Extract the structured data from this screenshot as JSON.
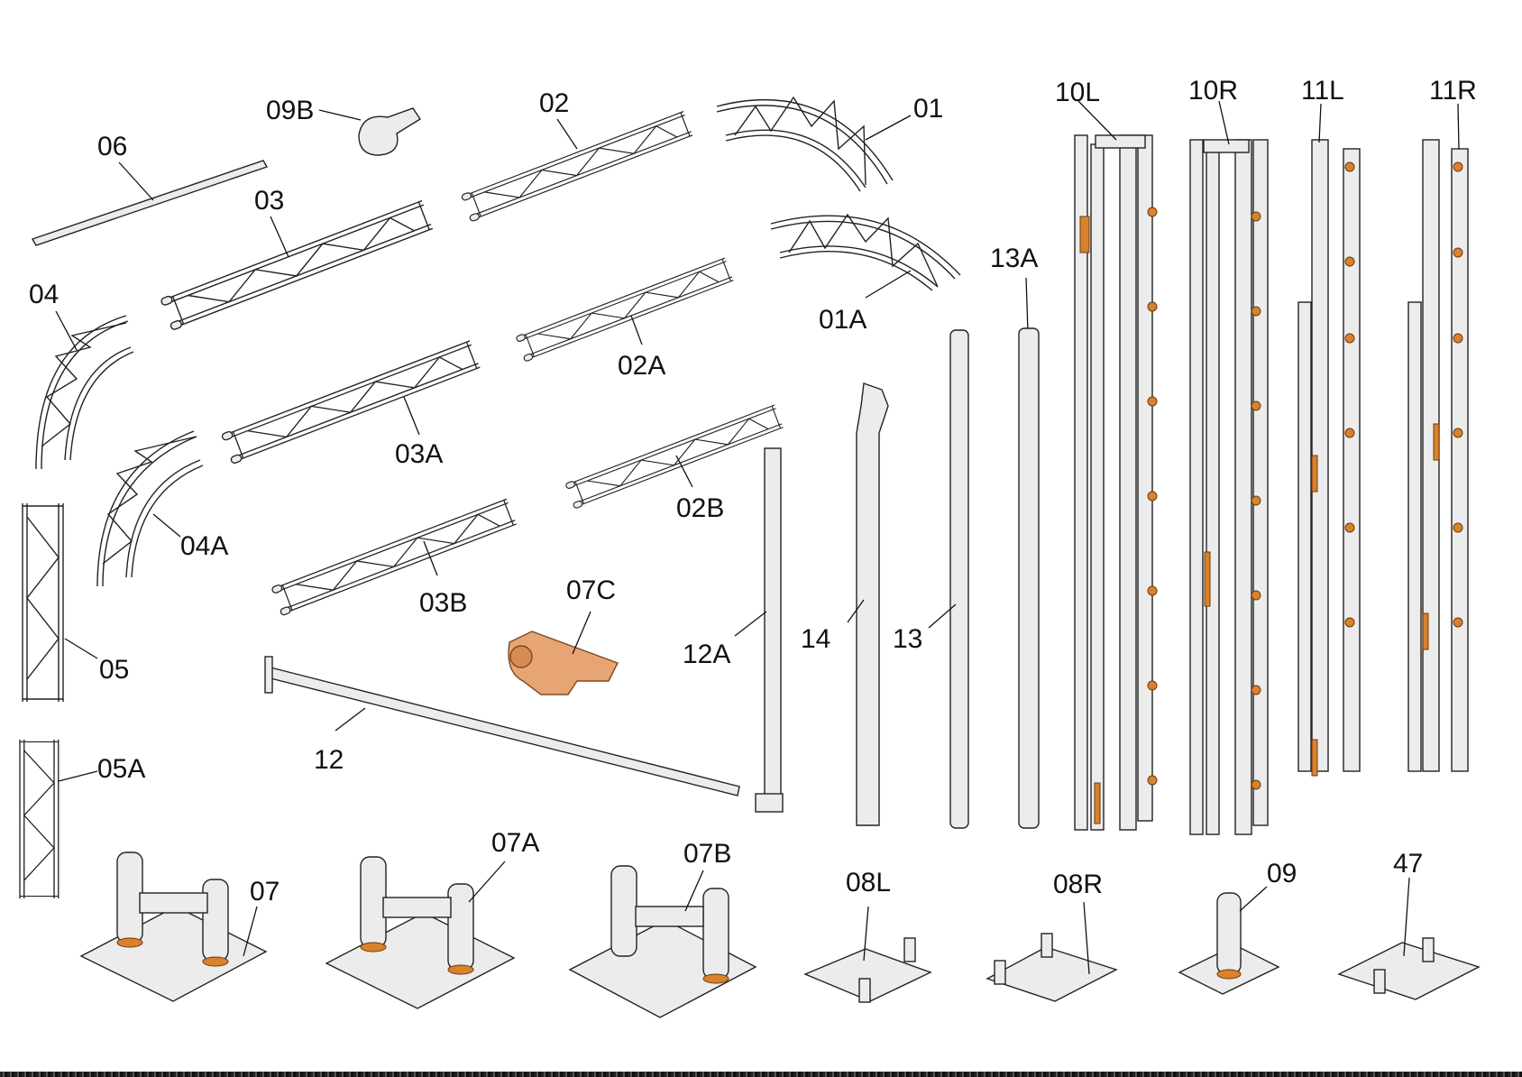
{
  "diagram": {
    "type": "exploded-parts-diagram",
    "accent_color": "#d9822b",
    "part_fill": "#ececec",
    "labels": {
      "p09B": "09B",
      "p06": "06",
      "p02": "02",
      "p01": "01",
      "p03": "03",
      "p01A": "01A",
      "p04": "04",
      "p02A": "02A",
      "p03A": "03A",
      "p04A": "04A",
      "p02B": "02B",
      "p03B": "03B",
      "p05": "05",
      "p07C": "07C",
      "p12A": "12A",
      "p14": "14",
      "p13": "13",
      "p13A": "13A",
      "p12": "12",
      "p05A": "05A",
      "p10L": "10L",
      "p10R": "10R",
      "p11L": "11L",
      "p11R": "11R",
      "p07": "07",
      "p07A": "07A",
      "p07B": "07B",
      "p08L": "08L",
      "p08R": "08R",
      "p09": "09",
      "p47": "47"
    }
  }
}
